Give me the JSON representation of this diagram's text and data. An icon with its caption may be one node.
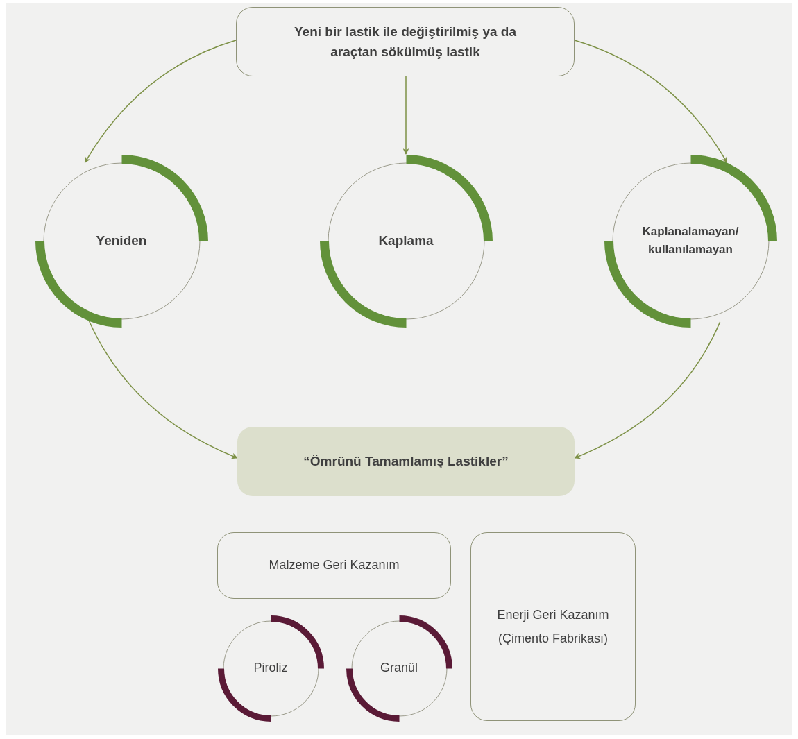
{
  "diagram": {
    "nodes": [
      {
        "text": [
          "Yeni bir lastik ile değiştirilmiş ya da araçtan sökülmüş lastik"
        ]
      },
      {
        "text": [
          "Yeniden"
        ]
      },
      {
        "text": [
          "Kaplama"
        ]
      },
      {
        "text": [
          "Kaplanalamayan/ kullanılamayan"
        ]
      },
      {
        "text": [
          "“Ömrünü Tamamlamış Lastikler”"
        ]
      },
      {
        "text": [
          "Malzeme Geri Kazanım"
        ]
      },
      {
        "text": [
          "Piroliz"
        ]
      },
      {
        "text": [
          "Granül"
        ]
      },
      {
        "text": [
          "Enerji Geri Kazanım (Çimento Fabrikası)"
        ]
      }
    ],
    "edges": [
      {
        "from": 0,
        "to": 1,
        "arrow": "to"
      },
      {
        "from": 0,
        "to": 2,
        "arrow": "to"
      },
      {
        "from": 0,
        "to": 3,
        "arrow": "to"
      },
      {
        "from": 1,
        "to": 4,
        "arrow": "to"
      },
      {
        "from": 3,
        "to": 4,
        "arrow": "to"
      }
    ]
  }
}
